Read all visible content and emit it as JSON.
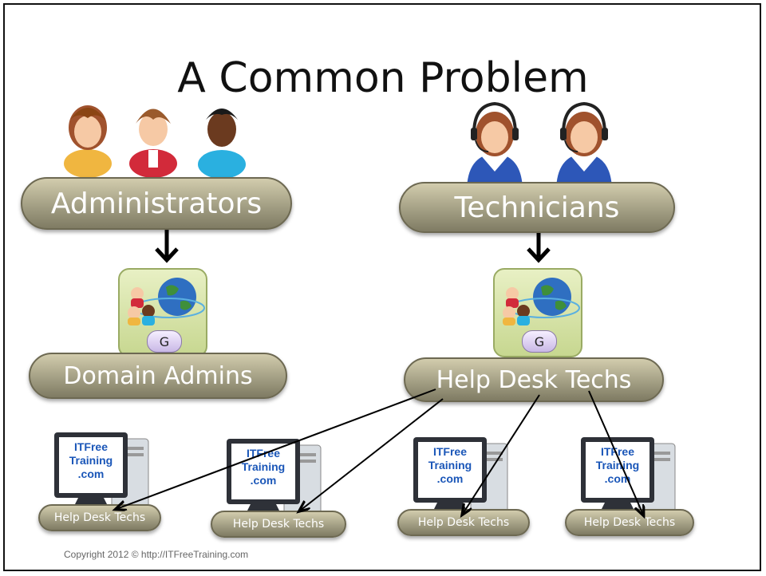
{
  "title": "A Common Problem",
  "left": {
    "users_label": "Administrators",
    "group_label": "Domain Admins",
    "group_badge": "G"
  },
  "right": {
    "users_label": "Technicians",
    "group_label": "Help Desk Techs",
    "group_badge": "G"
  },
  "computers": [
    {
      "screen_text": [
        "ITFree",
        "Training",
        ".com"
      ],
      "label": "Help Desk Techs"
    },
    {
      "screen_text": [
        "ITFree",
        "Training",
        ".com"
      ],
      "label": "Help Desk Techs"
    },
    {
      "screen_text": [
        "ITFree",
        "Training",
        ".com"
      ],
      "label": "Help Desk Techs"
    },
    {
      "screen_text": [
        "ITFree",
        "Training",
        ".com"
      ],
      "label": "Help Desk Techs"
    }
  ],
  "copyright": "Copyright 2012 © http://ITFreeTraining.com",
  "colors": {
    "pill": "#a39f84",
    "group_box": "#d4e0a4",
    "screen_text": "#1a56b8"
  }
}
